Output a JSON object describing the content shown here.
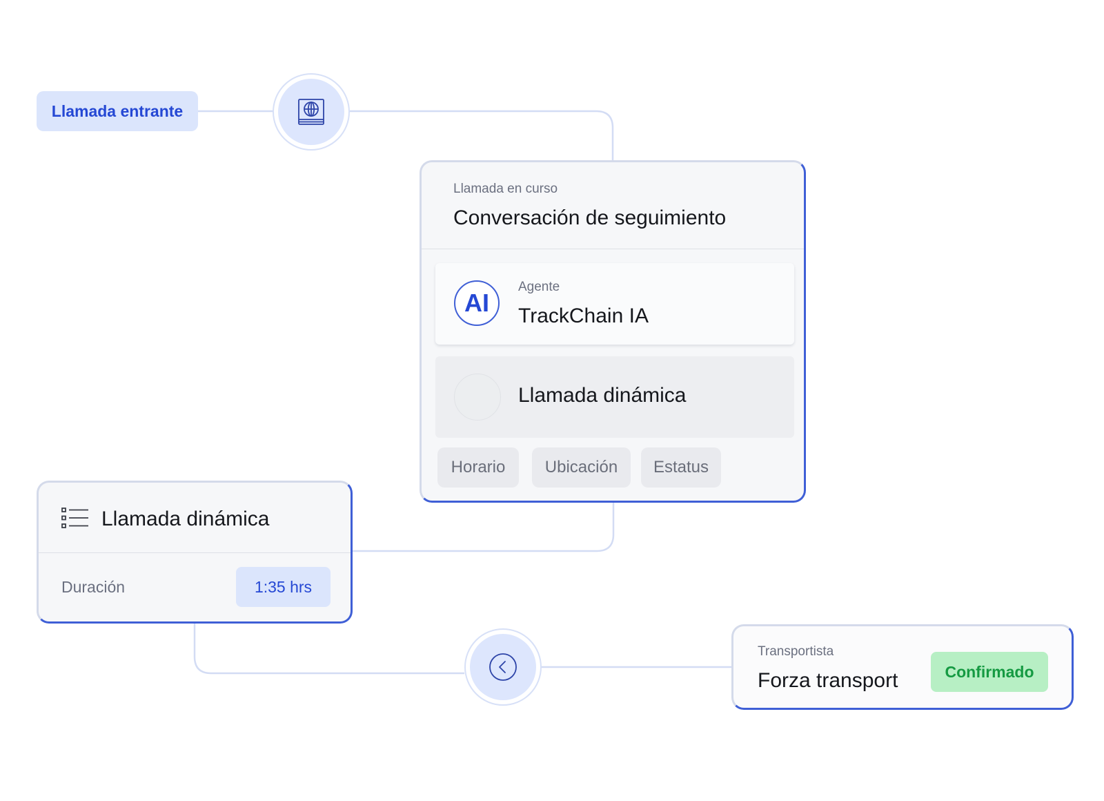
{
  "entry": {
    "label": "Llamada entrante"
  },
  "icons": {
    "start_node": "book-globe-icon",
    "return_node": "chevron-left-circle-icon",
    "list": "list-icon"
  },
  "colors": {
    "accent": "#2548d4",
    "accent_bg": "#dbe5fc",
    "success": "#159a42",
    "success_bg": "#b7efc4"
  },
  "call_card": {
    "status_label": "Llamada en curso",
    "title": "Conversación de seguimiento",
    "agent": {
      "avatar_text": "AI",
      "label": "Agente",
      "name": "TrackChain IA"
    },
    "dynamic_call": {
      "label": "Llamada dinámica"
    },
    "chips": [
      "Horario",
      "Ubicación",
      "Estatus"
    ]
  },
  "dynamic_card": {
    "title": "Llamada dinámica",
    "duration_label": "Duración",
    "duration_value": "1:35 hrs"
  },
  "carrier_card": {
    "label": "Transportista",
    "name": "Forza transport",
    "status": "Confirmado"
  }
}
